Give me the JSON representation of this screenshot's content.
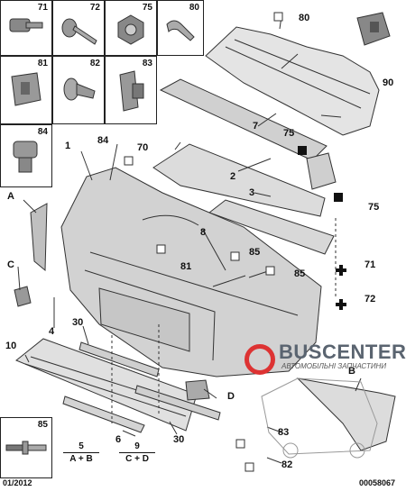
{
  "diagram": {
    "part_cells": [
      {
        "id": "cell-71",
        "number": "71"
      },
      {
        "id": "cell-72",
        "number": "72"
      },
      {
        "id": "cell-75",
        "number": "75"
      },
      {
        "id": "cell-80",
        "number": "80"
      },
      {
        "id": "cell-81",
        "number": "81"
      },
      {
        "id": "cell-82",
        "number": "82"
      },
      {
        "id": "cell-83",
        "number": "83"
      },
      {
        "id": "cell-84",
        "number": "84"
      },
      {
        "id": "cell-85",
        "number": "85"
      }
    ],
    "callouts": {
      "c80": "80",
      "c90": "90",
      "c7": "7",
      "c75a": "75",
      "c2": "2",
      "c3": "3",
      "c75b": "75",
      "c1": "1",
      "c84": "84",
      "c70": "70",
      "cA": "A",
      "c8": "8",
      "c85a": "85",
      "c81": "81",
      "c85b": "85",
      "c71": "71",
      "cC": "C",
      "c72": "72",
      "c4": "4",
      "c30a": "30",
      "c10": "10",
      "cB": "B",
      "cD": "D",
      "c6": "6",
      "c30b": "30",
      "c83": "83",
      "c82": "82"
    },
    "combos": [
      {
        "top": "5",
        "bottom": "A + B"
      },
      {
        "top": "9",
        "bottom": "C + D"
      }
    ],
    "date": "01/2012",
    "code": "00058067",
    "watermark": {
      "brand": "BUSCENTER",
      "tagline": "АВТОМОБІЛЬНІ ЗАПЧАСТИНИ"
    }
  }
}
